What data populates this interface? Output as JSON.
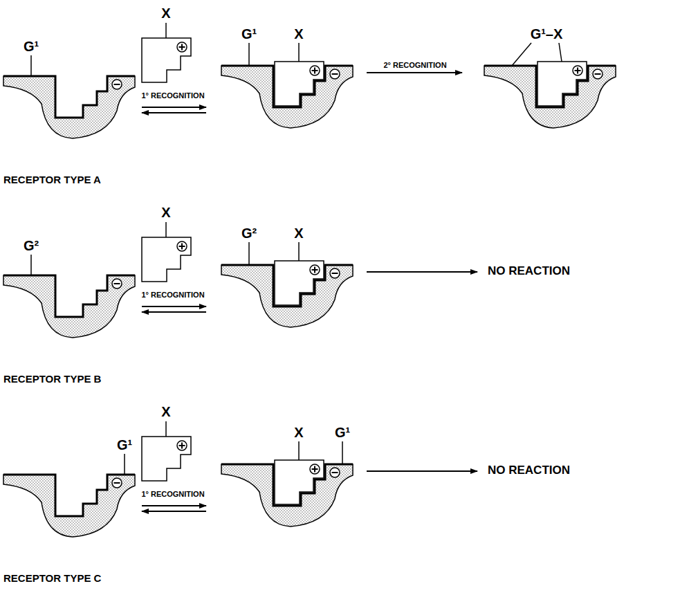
{
  "diagram": {
    "labels": [
      "G¹",
      "X",
      "1° RECOGNITION",
      "G¹",
      "X",
      "2° RECOGNITION",
      "G¹–X",
      "RECEPTOR TYPE A",
      "G²",
      "X",
      "1° RECOGNITION",
      "G²",
      "X",
      "NO REACTION",
      "RECEPTOR TYPE B",
      "G¹",
      "X",
      "1° RECOGNITION",
      "X",
      "G¹",
      "NO REACTION",
      "RECEPTOR TYPE C"
    ]
  }
}
